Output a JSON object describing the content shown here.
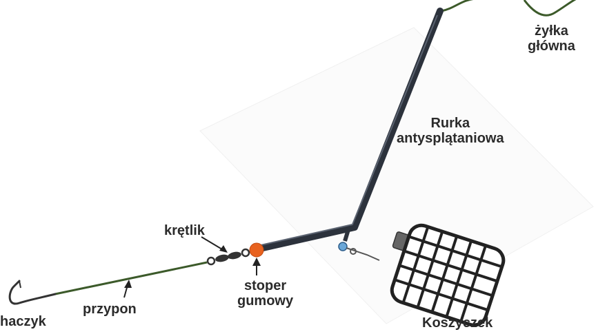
{
  "labels": {
    "main_line_1": "żyłka",
    "main_line_2": "główna",
    "tube_1": "Rurka",
    "tube_2": "antysplątaniowa",
    "swivel": "krętlik",
    "stopper_1": "stoper",
    "stopper_2": "gumowy",
    "hooklength": "przypon",
    "hook": "haczyk",
    "feeder": "Koszyczek"
  },
  "colors": {
    "line_green": "#3c5a2a",
    "tube": "#2c323c",
    "stopper": "#e8621f",
    "metal": "#555555",
    "text": "#2b2b2b"
  }
}
